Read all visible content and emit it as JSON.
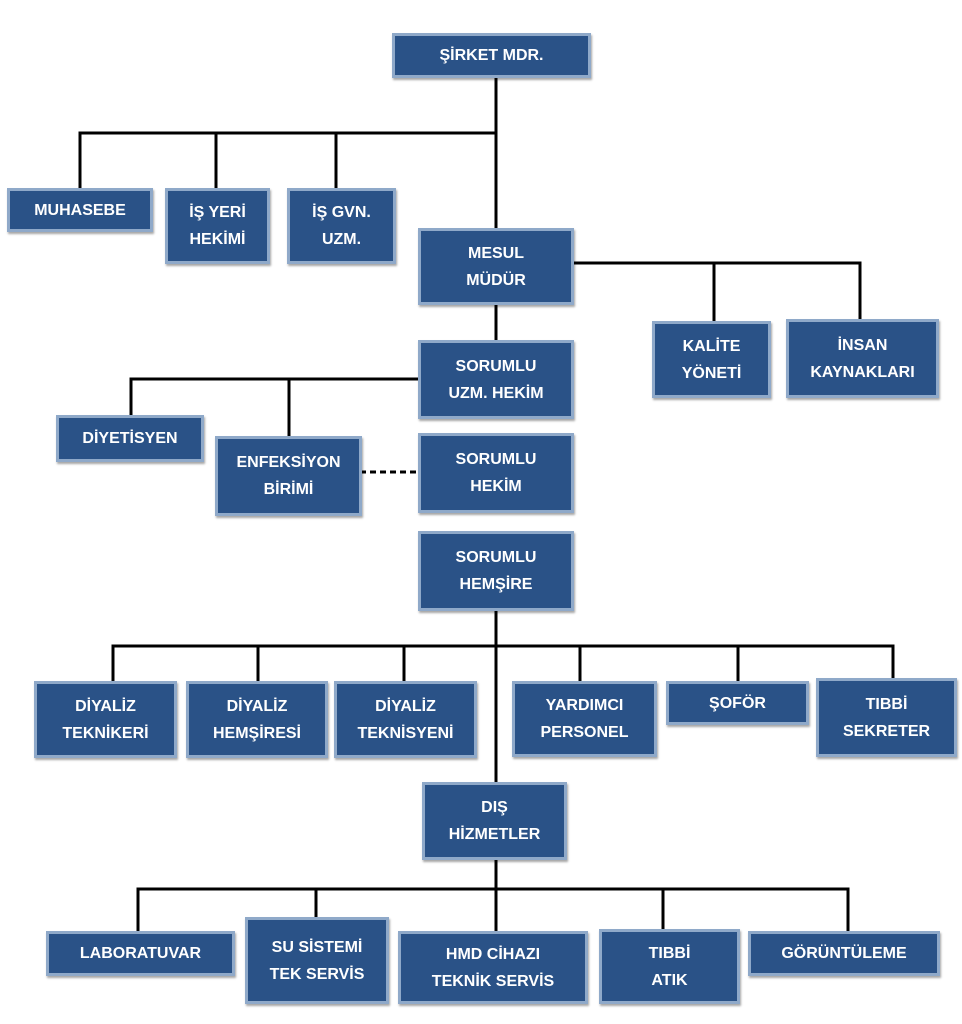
{
  "colors": {
    "node_fill": "#2a5287",
    "node_border": "#8fa9c9",
    "node_text": "#ffffff",
    "connector": "#000000"
  },
  "nodes": {
    "sirket_mdr": "ŞİRKET MDR.",
    "muhasebe": "MUHASEBE",
    "is_yeri_hekimi": "İŞ YERİ\nHEKİMİ",
    "is_gvn_uzm": "İŞ GVN.\nUZM.",
    "mesul_mudur": "MESUL\nMÜDÜR",
    "kalite_yoneti": "KALİTE\nYÖNETİ",
    "insan_kaynaklari": "İNSAN\nKAYNAKLARI",
    "sorumlu_uzm_hekim": "SORUMLU\nUZM. HEKİM",
    "diyetisyen": "DİYETİSYEN",
    "enfeksiyon_birimi": "ENFEKSİYON\nBİRİMİ",
    "sorumlu_hekim": "SORUMLU\nHEKİM",
    "sorumlu_hemsire": "SORUMLU\nHEMŞİRE",
    "diyaliz_teknikeri": "DİYALİZ\nTEKNİKERİ",
    "diyaliz_hemsiresi": "DİYALİZ\nHEMŞİRESİ",
    "diyaliz_teknisyeni": "DİYALİZ\nTEKNİSYENİ",
    "yardimci_personel": "YARDIMCI\nPERSONEL",
    "sofor": "ŞOFÖR",
    "tibbi_sekreter": "TIBBİ\nSEKRETER",
    "dis_hizmetler": "DIŞ\nHİZMETLER",
    "laboratuvar": "LABORATUVAR",
    "su_sistemi": "SU SİSTEMİ\nTEK SERVİS",
    "hmd_cihazi": "HMD CİHAZI\nTEKNİK SERVİS",
    "tibbi_atik": "TIBBİ\nATIK",
    "goruntuleme": "GÖRÜNTÜLEME"
  }
}
